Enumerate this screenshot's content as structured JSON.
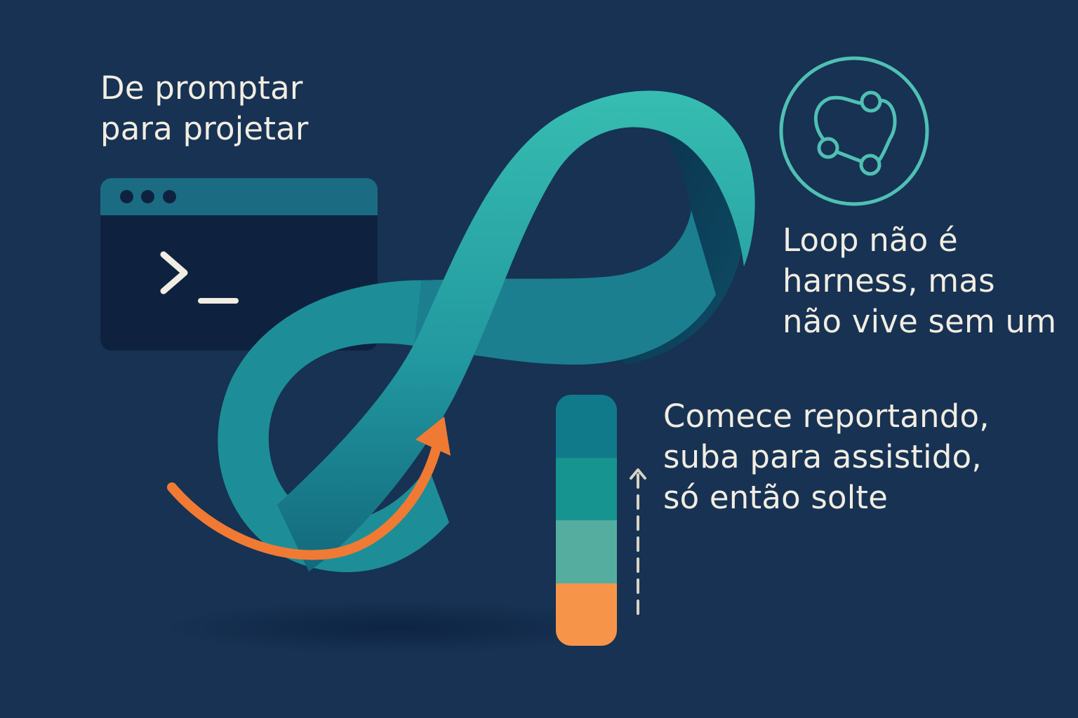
{
  "title": {
    "line1": "De promptar",
    "line2": "para projetar"
  },
  "harness_note": {
    "line1": "Loop não é",
    "line2": "harness, mas",
    "line3": "não vive sem um"
  },
  "rollout_note": {
    "line1": "Comece reportando,",
    "line2": "suba para assistido,",
    "line3": "só então solte"
  },
  "terminal": {
    "prompt_glyph": "terminal-prompt-icon",
    "dots": 3
  },
  "icons": {
    "loop_badge": "loop-nodes-icon",
    "progress_arrow": "curved-arrow-icon",
    "stage_arrow": "dashed-up-arrow-icon"
  },
  "stages": {
    "count": 4,
    "colors": [
      "#117a8a",
      "#16948f",
      "#55ad9f",
      "#f6954a"
    ]
  },
  "colors": {
    "background": "#173253",
    "ribbon": "#2aa6a2",
    "accent": "#f07a34",
    "text": "#f2ede2",
    "badge": "#4fc0b4"
  }
}
